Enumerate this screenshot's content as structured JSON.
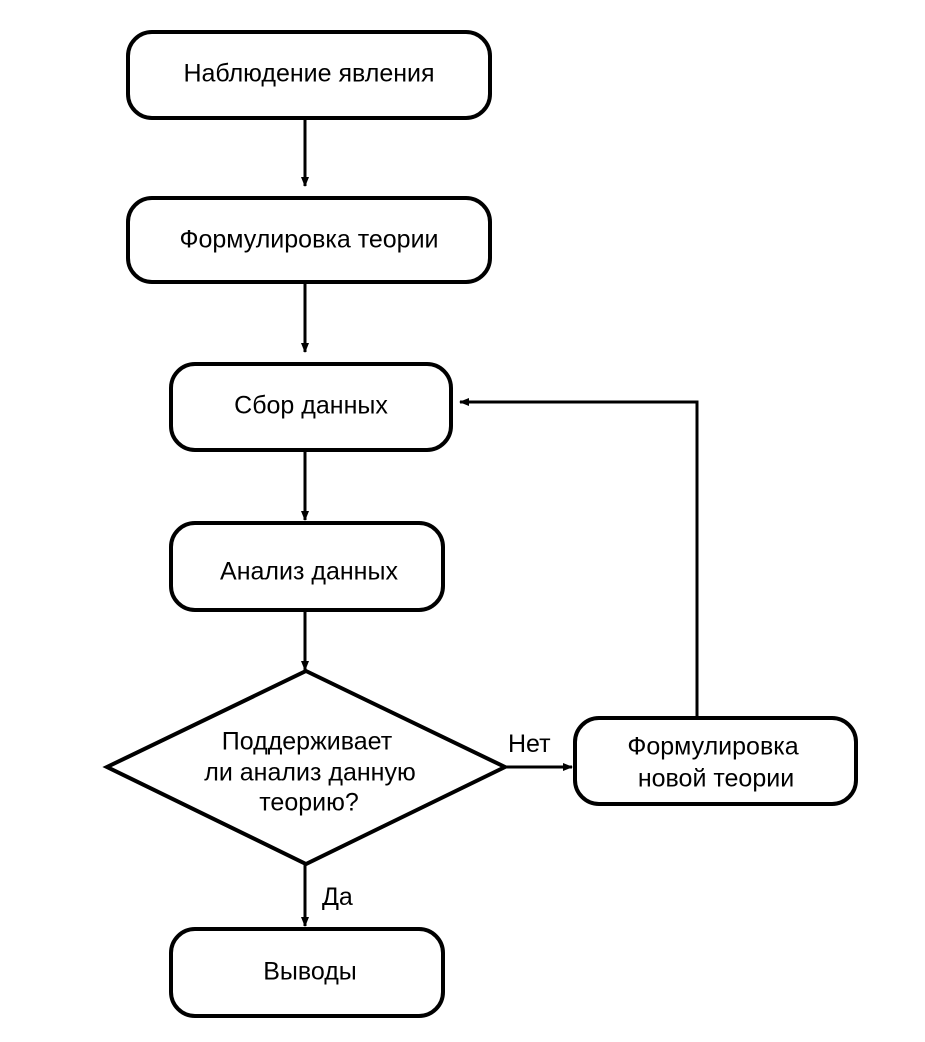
{
  "diagram": {
    "type": "flowchart",
    "nodes": [
      {
        "id": "observe",
        "shape": "rounded-rect",
        "lines": [
          "Наблюдение явления"
        ]
      },
      {
        "id": "theory",
        "shape": "rounded-rect",
        "lines": [
          "Формулировка теории"
        ]
      },
      {
        "id": "collect",
        "shape": "rounded-rect",
        "lines": [
          "Сбор данных"
        ]
      },
      {
        "id": "analyze",
        "shape": "rounded-rect",
        "lines": [
          "Анализ данных"
        ]
      },
      {
        "id": "decision",
        "shape": "diamond",
        "lines": [
          "Поддерживает",
          "ли анализ данную",
          "теорию?"
        ]
      },
      {
        "id": "new_theory",
        "shape": "rounded-rect",
        "lines": [
          "Формулировка",
          "новой теории"
        ]
      },
      {
        "id": "conclusions",
        "shape": "rounded-rect",
        "lines": [
          "Выводы"
        ]
      }
    ],
    "edges": [
      {
        "from": "observe",
        "to": "theory",
        "label": ""
      },
      {
        "from": "theory",
        "to": "collect",
        "label": ""
      },
      {
        "from": "collect",
        "to": "analyze",
        "label": ""
      },
      {
        "from": "analyze",
        "to": "decision",
        "label": ""
      },
      {
        "from": "decision",
        "to": "new_theory",
        "label": "Нет"
      },
      {
        "from": "new_theory",
        "to": "collect",
        "label": ""
      },
      {
        "from": "decision",
        "to": "conclusions",
        "label": "Да"
      }
    ]
  }
}
